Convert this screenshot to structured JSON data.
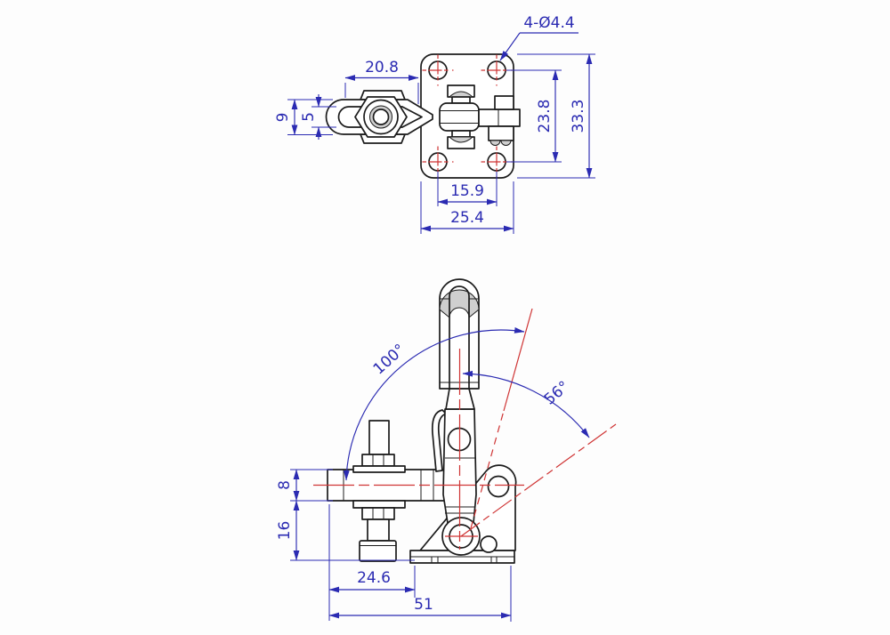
{
  "colors": {
    "background": "#fdfdfd",
    "outline": "#1c1c1c",
    "dimension": "#2b2bb2",
    "centerline": "#cf3434",
    "shade": "#cfcfcf"
  },
  "top_view": {
    "callout_holes": "4-Ø4.4",
    "dims": {
      "slot_offset": "20.8",
      "arm_width": "9",
      "slot_width": "5",
      "hole_pitch_v": "23.8",
      "plate_height": "33.3",
      "hole_pitch_h": "15.9",
      "plate_width": "25.4"
    }
  },
  "side_view": {
    "dims": {
      "handle_angle": "100°",
      "bar_angle": "56°",
      "bar_height": "8",
      "spindle_drop": "16",
      "arm_reach": "24.6",
      "overall_length": "51"
    }
  }
}
